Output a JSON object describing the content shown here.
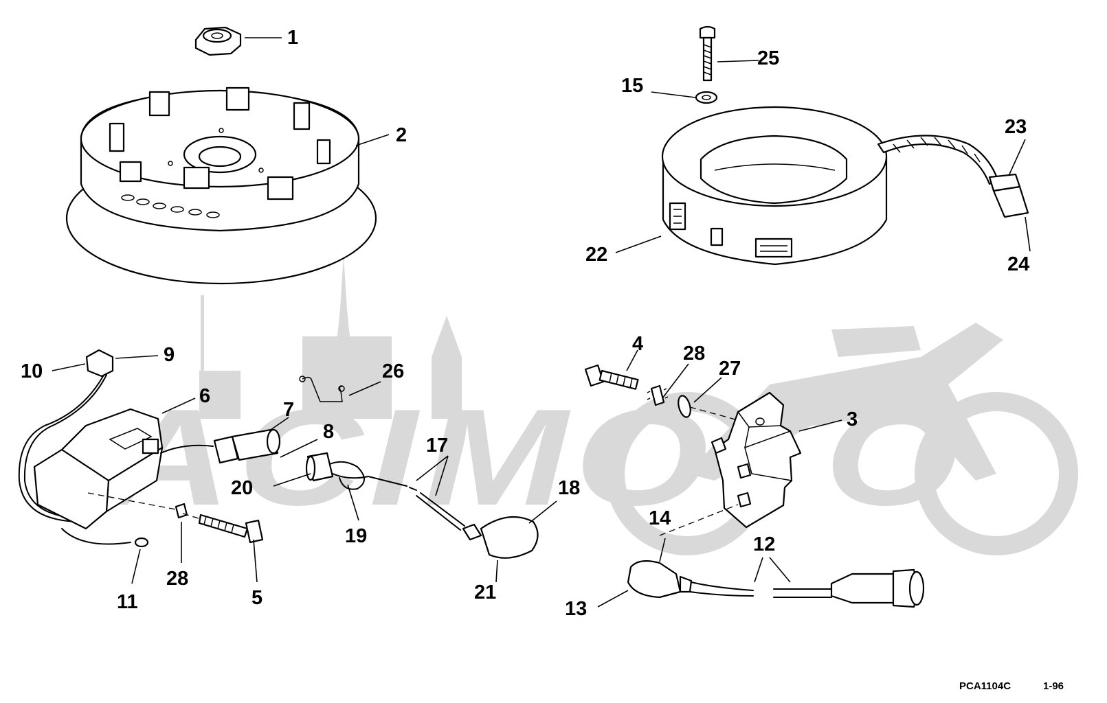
{
  "callouts": [
    {
      "id": "1",
      "label": "1"
    },
    {
      "id": "2",
      "label": "2"
    },
    {
      "id": "3",
      "label": "3"
    },
    {
      "id": "4",
      "label": "4"
    },
    {
      "id": "5",
      "label": "5"
    },
    {
      "id": "6",
      "label": "6"
    },
    {
      "id": "7",
      "label": "7"
    },
    {
      "id": "8",
      "label": "8"
    },
    {
      "id": "9",
      "label": "9"
    },
    {
      "id": "10",
      "label": "10"
    },
    {
      "id": "11",
      "label": "11"
    },
    {
      "id": "12",
      "label": "12"
    },
    {
      "id": "13",
      "label": "13"
    },
    {
      "id": "14",
      "label": "14"
    },
    {
      "id": "15",
      "label": "15"
    },
    {
      "id": "17",
      "label": "17"
    },
    {
      "id": "18",
      "label": "18"
    },
    {
      "id": "19",
      "label": "19"
    },
    {
      "id": "20",
      "label": "20"
    },
    {
      "id": "21",
      "label": "21"
    },
    {
      "id": "22",
      "label": "22"
    },
    {
      "id": "23",
      "label": "23"
    },
    {
      "id": "24",
      "label": "24"
    },
    {
      "id": "25",
      "label": "25"
    },
    {
      "id": "26",
      "label": "26"
    },
    {
      "id": "27",
      "label": "27"
    },
    {
      "id": "28a",
      "label": "28"
    },
    {
      "id": "28b",
      "label": "28"
    }
  ],
  "footer": {
    "code": "PCA1104C",
    "date": "1-96"
  },
  "watermark": {
    "text": "ACIMOTO"
  }
}
